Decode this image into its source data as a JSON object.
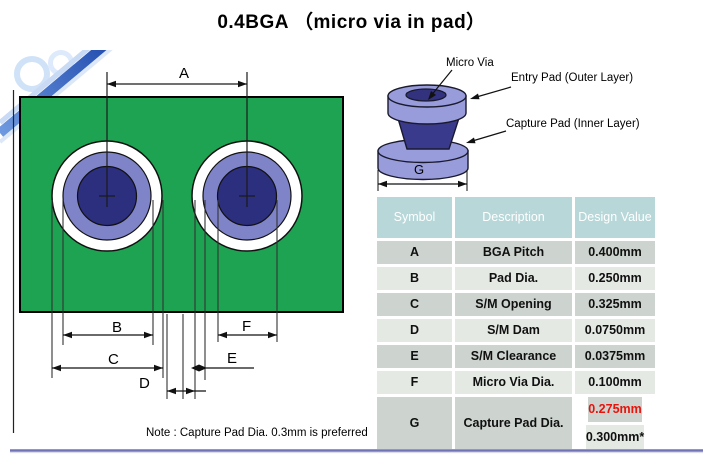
{
  "title": "0.4BGA （micro via in pad）",
  "pad_diagram": {
    "dim_a": "A",
    "dim_b": "B",
    "dim_c": "C",
    "dim_d": "D",
    "dim_e": "E",
    "dim_f": "F",
    "note": "Note : Capture Pad Dia. 0.3mm is preferred"
  },
  "via_illustration": {
    "micro_via": "Micro Via",
    "entry_pad": "Entry Pad (Outer Layer)",
    "capture_pad": "Capture Pad (Inner Layer)",
    "dim_g": "G"
  },
  "spec_table": {
    "headers": [
      "Symbol",
      "Description",
      "Design Value"
    ],
    "rows": [
      {
        "symbol": "A",
        "description": "BGA Pitch",
        "value": "0.400mm"
      },
      {
        "symbol": "B",
        "description": "Pad Dia.",
        "value": "0.250mm"
      },
      {
        "symbol": "C",
        "description": "S/M Opening",
        "value": "0.325mm"
      },
      {
        "symbol": "D",
        "description": "S/M Dam",
        "value": "0.0750mm"
      },
      {
        "symbol": "E",
        "description": "S/M Clearance",
        "value": "0.0375mm"
      },
      {
        "symbol": "F",
        "description": "Micro Via Dia.",
        "value": "0.100mm"
      },
      {
        "symbol": "G",
        "description": "Capture Pad Dia.",
        "value_preferred": "0.275mm",
        "value_alt": "0.300mm*"
      }
    ]
  },
  "colors": {
    "board_green": "#1da351",
    "pad_purple": "#7f84c9",
    "via_navy": "#2c2e7e",
    "disc_periwinkle": "#989cdb",
    "table_header_teal": "#b7d7d9",
    "row_dark": "#cdd4cf",
    "row_light": "#e4e9e4",
    "highlight_red": "#e8140c",
    "bottom_rule_blue": "#7173b8"
  }
}
